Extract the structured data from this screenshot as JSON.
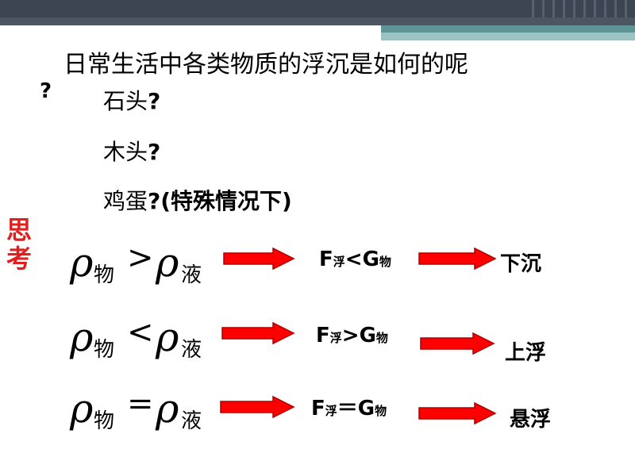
{
  "heading": "日常生活中各类物质的浮沉是如何的呢",
  "heading_qmark": "?",
  "items": [
    {
      "label": "石头",
      "q": "?"
    },
    {
      "label": "木头",
      "q": "?"
    },
    {
      "label": "鸡蛋",
      "q": "?(特殊情况下)"
    }
  ],
  "side_label": "思考",
  "rows": [
    {
      "rho": "ρ",
      "sub1": "物",
      "comparator": ">",
      "sub2": "液",
      "force": {
        "F": "F",
        "F_sub": "浮",
        "op": "<",
        "G": "G",
        "G_sub": "物"
      },
      "result": "下沉"
    },
    {
      "rho": "ρ",
      "sub1": "物",
      "comparator": "<",
      "sub2": "液",
      "force": {
        "F": "F",
        "F_sub": "浮",
        "op": ">",
        "G": "G",
        "G_sub": "物"
      },
      "result": "上浮"
    },
    {
      "rho": "ρ",
      "sub1": "物",
      "comparator": "=",
      "sub2": "液",
      "force": {
        "F": "F",
        "F_sub": "浮",
        "op": "＝",
        "G": "G",
        "G_sub": "物"
      },
      "result": "悬浮"
    }
  ],
  "colors": {
    "arrow_fill": "#ff0000",
    "arrow_stroke": "#b00000",
    "side_label": "#e0201d",
    "header_dark": "#3c4550",
    "header_teal": "#5f9496"
  }
}
